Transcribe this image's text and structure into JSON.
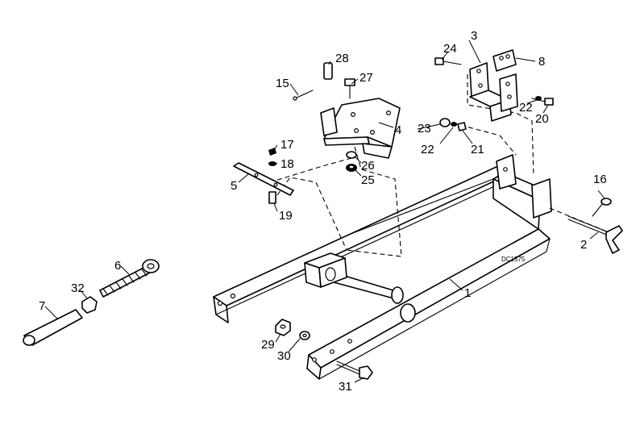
{
  "diagram_code": "DC1575",
  "callouts": [
    {
      "id": "c1",
      "text": "1"
    },
    {
      "id": "c2",
      "text": "2"
    },
    {
      "id": "c3",
      "text": "3"
    },
    {
      "id": "c4",
      "text": "4"
    },
    {
      "id": "c5",
      "text": "5"
    },
    {
      "id": "c6",
      "text": "6"
    },
    {
      "id": "c7",
      "text": "7"
    },
    {
      "id": "c8",
      "text": "8"
    },
    {
      "id": "c15",
      "text": "15"
    },
    {
      "id": "c16",
      "text": "16"
    },
    {
      "id": "c17",
      "text": "17"
    },
    {
      "id": "c18",
      "text": "18"
    },
    {
      "id": "c19",
      "text": "19"
    },
    {
      "id": "c20",
      "text": "20"
    },
    {
      "id": "c21",
      "text": "21"
    },
    {
      "id": "c22a",
      "text": "22"
    },
    {
      "id": "c22b",
      "text": "22"
    },
    {
      "id": "c23",
      "text": "23"
    },
    {
      "id": "c24",
      "text": "24"
    },
    {
      "id": "c25",
      "text": "25"
    },
    {
      "id": "c26",
      "text": "26"
    },
    {
      "id": "c27",
      "text": "27"
    },
    {
      "id": "c28",
      "text": "28"
    },
    {
      "id": "c29",
      "text": "29"
    },
    {
      "id": "c30",
      "text": "30"
    },
    {
      "id": "c31",
      "text": "31"
    },
    {
      "id": "c32",
      "text": "32"
    }
  ]
}
